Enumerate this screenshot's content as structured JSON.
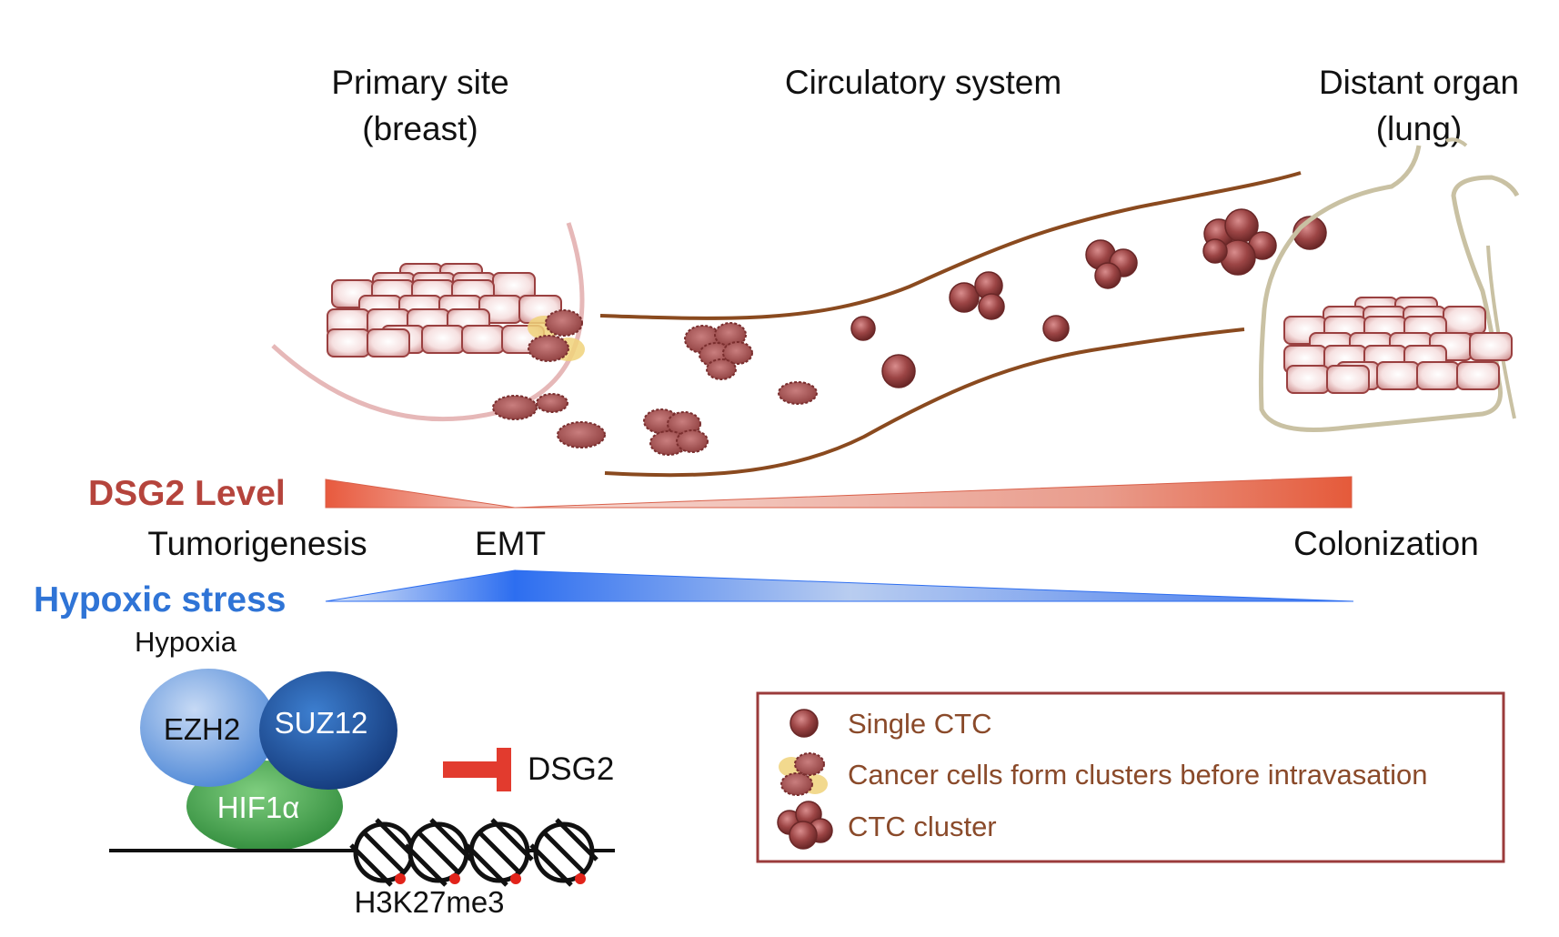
{
  "headers": {
    "primary": [
      "Primary site",
      "(breast)"
    ],
    "circulatory": "Circulatory system",
    "distant": [
      "Distant organ",
      "(lung)"
    ]
  },
  "gradients": {
    "dsg2_label": "DSG2 Level",
    "hypoxic_label": "Hypoxic stress",
    "stage_tumorigenesis": "Tumorigenesis",
    "stage_emt": "EMT",
    "stage_colonization": "Colonization"
  },
  "mechanism": {
    "hypoxia": "Hypoxia",
    "ezh2": "EZH2",
    "suz12": "SUZ12",
    "hif1a": "HIF1α",
    "target": "DSG2",
    "histone_mark": "H3K27me3"
  },
  "legend": {
    "single": "Single  CTC",
    "pre_cluster": "Cancer cells  form clusters before intravasation",
    "cluster": "CTC cluster"
  },
  "colors": {
    "dsg2": "#b5443c",
    "hypoxic": "#2f74d6",
    "cell": "#8e3b3b",
    "vessel": "#8a4a1f",
    "inhibit": "#e23b2e"
  }
}
